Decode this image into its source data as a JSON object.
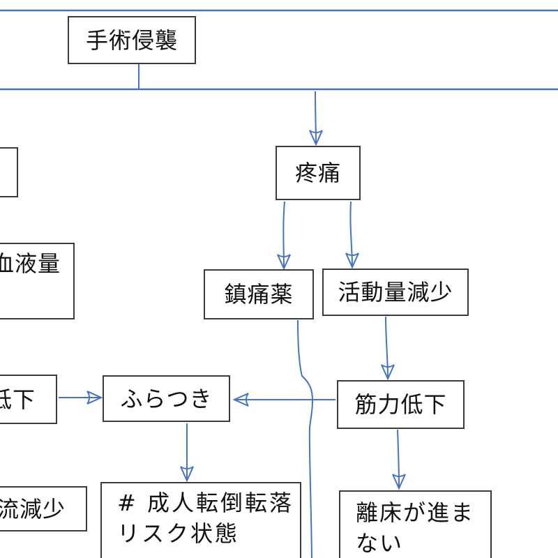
{
  "diagram": {
    "nodes": {
      "surgery": {
        "label": "手術侵襲"
      },
      "edge_box": {
        "label": ""
      },
      "blood_volume": {
        "label": "血液量"
      },
      "pain": {
        "label": "疼痛"
      },
      "analgesic": {
        "label": "鎮痛薬"
      },
      "activity_decrease": {
        "label": "活動量減少"
      },
      "decline": {
        "label": "低下"
      },
      "unsteadiness": {
        "label": "ふらつき"
      },
      "muscle_weakness": {
        "label": "筋力低下"
      },
      "flow_decrease": {
        "label": "流減少"
      },
      "fall_risk": {
        "label": "# 成人転倒転落\nリスク状態"
      },
      "bed_mobility": {
        "label": "離床が進ま\nない"
      }
    },
    "edges": [
      {
        "from": "surgery",
        "to": "bus-line",
        "arrow": false
      },
      {
        "from": "bus-line",
        "to": "pain",
        "arrow": true
      },
      {
        "from": "pain",
        "to": "analgesic",
        "arrow": true
      },
      {
        "from": "pain",
        "to": "activity_decrease",
        "arrow": true
      },
      {
        "from": "activity_decrease",
        "to": "muscle_weakness",
        "arrow": true
      },
      {
        "from": "analgesic",
        "to": "offscreen-bottom",
        "arrow": false
      },
      {
        "from": "muscle_weakness",
        "to": "unsteadiness",
        "arrow": true
      },
      {
        "from": "decline",
        "to": "unsteadiness",
        "arrow": true
      },
      {
        "from": "unsteadiness",
        "to": "fall_risk",
        "arrow": true
      },
      {
        "from": "muscle_weakness",
        "to": "bed_mobility",
        "arrow": true
      }
    ]
  },
  "colors": {
    "connector": "#4472C4",
    "arrowhead": "#2E5BC0",
    "box_border": "#3A3A3A",
    "text": "#111111",
    "background": "#FFFFFF"
  }
}
